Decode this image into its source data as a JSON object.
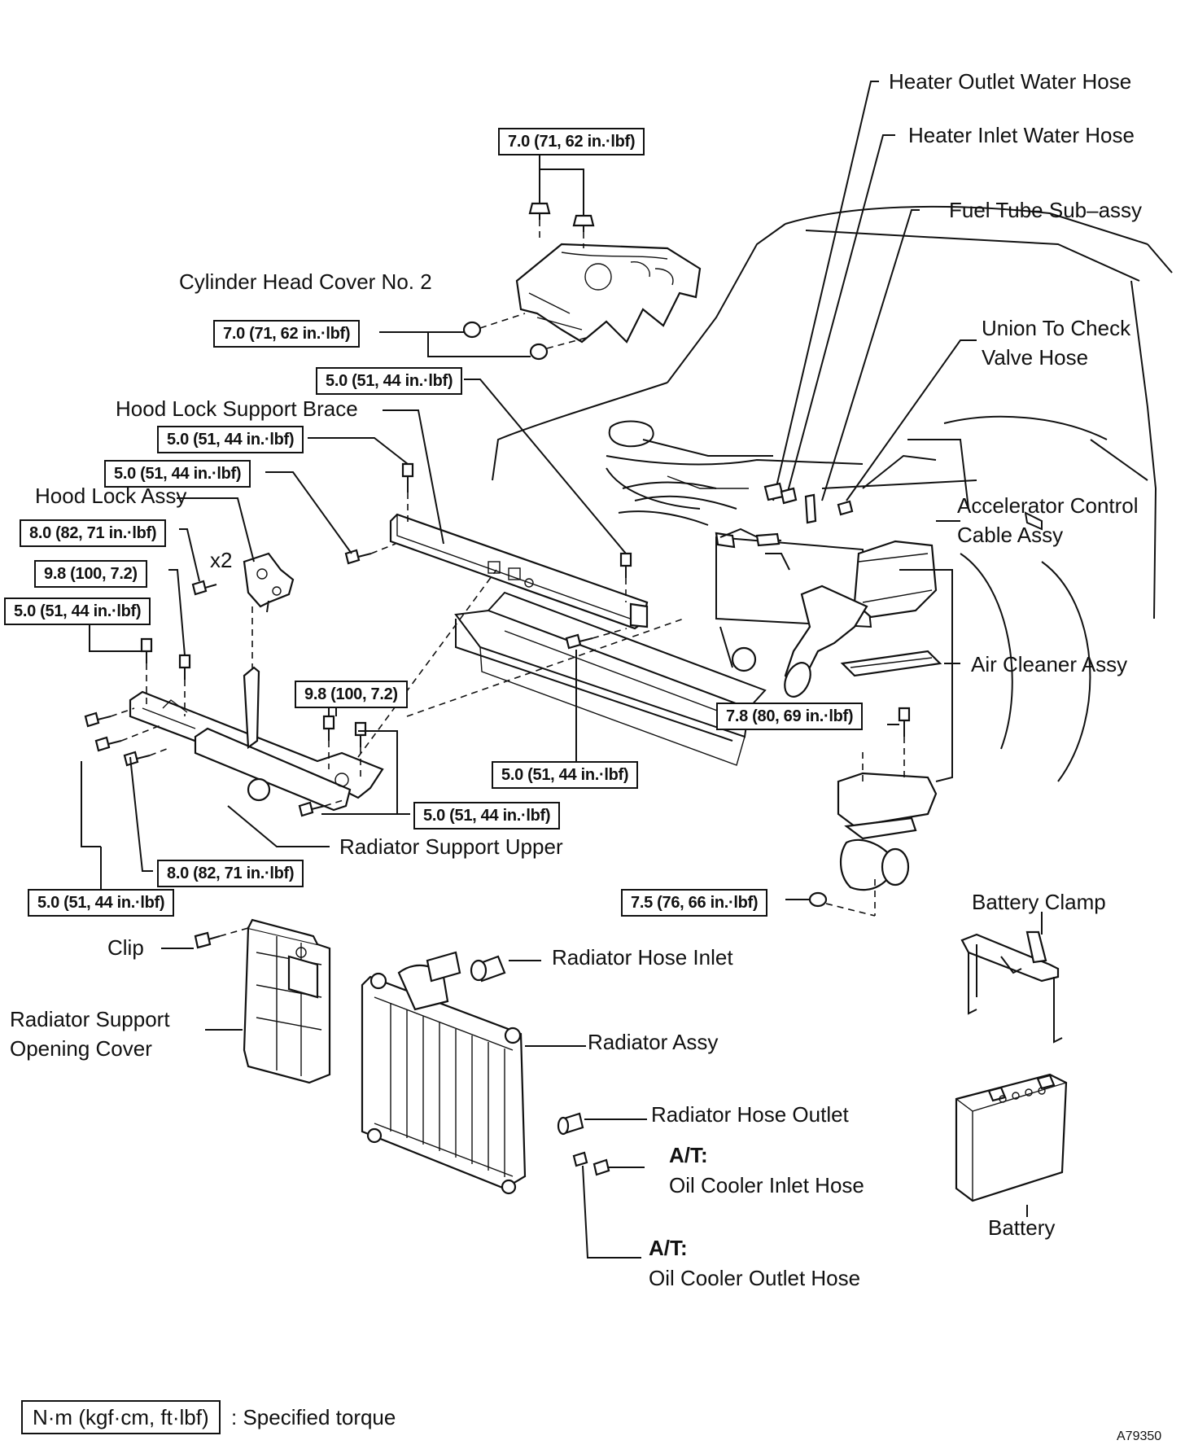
{
  "labels": {
    "heater_outlet_water_hose": "Heater Outlet Water Hose",
    "heater_inlet_water_hose": "Heater Inlet Water Hose",
    "fuel_tube_sub_assy": "Fuel Tube Sub–assy",
    "union_to_check_valve_hose": "Union To Check\nValve Hose",
    "cylinder_head_cover_no2": "Cylinder Head Cover No. 2",
    "hood_lock_support_brace": "Hood Lock Support Brace",
    "hood_lock_assy": "Hood Lock Assy",
    "x2": "x2",
    "accelerator_control_cable_assy": "Accelerator Control\nCable Assy",
    "air_cleaner_assy": "Air Cleaner Assy",
    "radiator_support_upper": "Radiator Support Upper",
    "battery_clamp": "Battery Clamp",
    "clip": "Clip",
    "radiator_hose_inlet": "Radiator Hose Inlet",
    "radiator_support_opening_cover": "Radiator Support\nOpening Cover",
    "radiator_assy": "Radiator Assy",
    "radiator_hose_outlet": "Radiator Hose Outlet",
    "at_1": "A/T:",
    "oil_cooler_inlet_hose": "Oil Cooler Inlet Hose",
    "at_2": "A/T:",
    "oil_cooler_outlet_hose": "Oil Cooler Outlet Hose",
    "battery": "Battery"
  },
  "torques": {
    "t_cover_top": "7.0 (71, 62 in.·lbf)",
    "t_cover_side": "7.0 (71, 62 in.·lbf)",
    "t_brace_right": "5.0 (51, 44 in.·lbf)",
    "t_brace_top": "5.0 (51, 44 in.·lbf)",
    "t_brace_left": "5.0 (51, 44 in.·lbf)",
    "t_hood_lock": "8.0 (82, 71 in.·lbf)",
    "t_support_a": "9.8 (100, 7.2)",
    "t_support_b": "5.0 (51, 44 in.·lbf)",
    "t_support_mid": "9.8 (100, 7.2)",
    "t_air_cleaner": "7.8 (80, 69 in.·lbf)",
    "t_bumper": "5.0 (51, 44 in.·lbf)",
    "t_support_right": "5.0 (51, 44 in.·lbf)",
    "t_support_low": "8.0 (82, 71 in.·lbf)",
    "t_support_left": "5.0 (51, 44 in.·lbf)",
    "t_air_cleaner_low": "7.5 (76, 66 in.·lbf)"
  },
  "legend": {
    "unit": "N·m (kgf·cm, ft·lbf)",
    "text": ": Specified torque"
  },
  "figure_code": "A79350"
}
